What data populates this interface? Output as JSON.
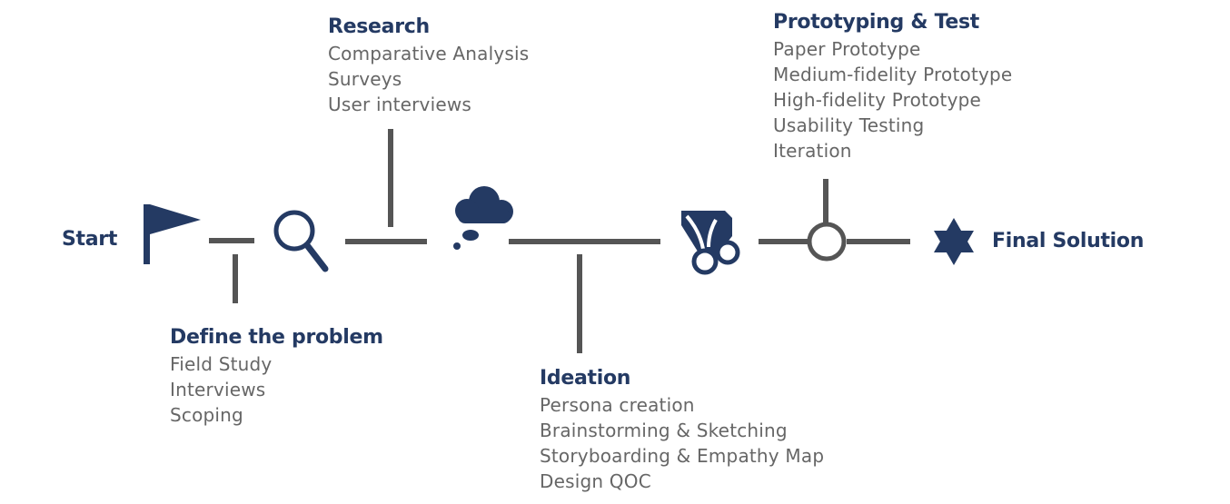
{
  "start_label": "Start",
  "final_label": "Final Solution",
  "stages": {
    "define": {
      "title": "Define the problem",
      "items": [
        "Field Study",
        "Interviews",
        "Scoping"
      ]
    },
    "research": {
      "title": "Research",
      "items": [
        "Comparative Analysis",
        "Surveys",
        "User interviews"
      ]
    },
    "ideation": {
      "title": "Ideation",
      "items": [
        "Persona creation",
        "Brainstorming & Sketching",
        "Storyboarding & Empathy Map",
        "Design QOC"
      ]
    },
    "prototyping": {
      "title": "Prototyping & Test",
      "items": [
        "Paper Prototype",
        "Medium-fidelity Prototype",
        "High-fidelity Prototype",
        "Usability Testing",
        "Iteration"
      ]
    }
  },
  "icons": [
    "flag-icon",
    "magnifier-icon",
    "thought-cloud-icon",
    "scissors-icon",
    "circle-node-icon",
    "star-icon"
  ],
  "colors": {
    "accent": "#243a63",
    "line": "#555555",
    "text_secondary": "#666666"
  }
}
